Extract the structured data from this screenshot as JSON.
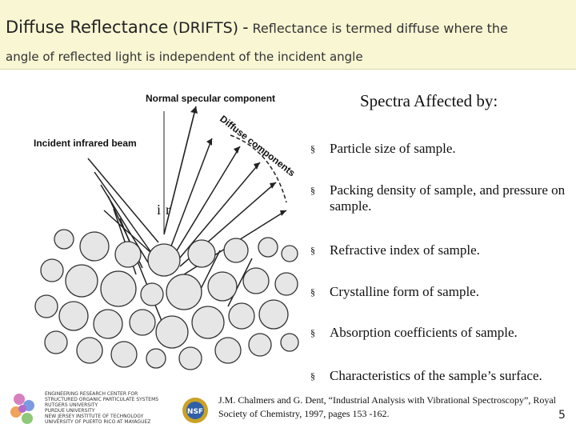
{
  "header": {
    "title_main": "Diffuse Reflectance",
    "title_acronym": "(DRIFTS)",
    "title_dash": "-",
    "title_desc": "Reflectance is termed diffuse where the",
    "subtitle": "angle of reflected light is independent of the incident angle"
  },
  "figure": {
    "label_specular": "Normal specular component",
    "label_incident": "Incident infrared beam",
    "label_diffuse": "Diffuse components",
    "label_i": "i",
    "label_r": "r"
  },
  "panel": {
    "title": "Spectra Affected by:",
    "bullet_glyph": "§",
    "bullets": [
      "Particle size of sample.",
      "Packing density of sample, and pressure on sample.",
      "Refractive index of sample.",
      "Crystalline form of sample.",
      "Absorption coefficients of sample.",
      "Characteristics of the sample’s surface."
    ]
  },
  "footer": {
    "citation": "J.M. Chalmers and G. Dent, “Industrial Analysis with Vibrational Spectroscopy”, Royal Society of Chemistry, 1997, pages 153 -162.",
    "page_number": "5",
    "logo_text": "ENGINEERING RESEARCH CENTER FOR\nSTRUCTURED ORGANIC PARTICULATE SYSTEMS\nRUTGERS UNIVERSITY\nPURDUE UNIVERSITY\nNEW JERSEY INSTITUTE OF TECHNOLOGY\nUNIVERSITY OF PUERTO RICO AT MAYAGUEZ",
    "nsf_label": "NSF"
  }
}
